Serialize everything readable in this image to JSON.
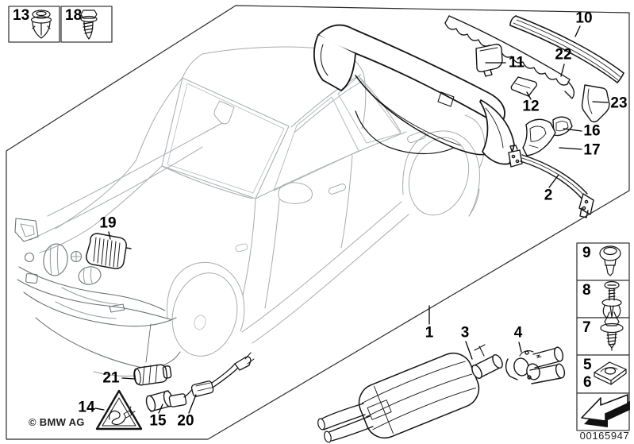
{
  "diagram": {
    "copyright": "© BMW AG",
    "image_number": "00165947"
  },
  "top_fastener_boxes": [
    {
      "number": "13",
      "icon": "expanding-rivet-icon"
    },
    {
      "number": "18",
      "icon": "sheet-metal-screw-icon"
    }
  ],
  "side_fastener_boxes": [
    {
      "number": "9",
      "icon": "sealing-plug-icon"
    },
    {
      "number": "8",
      "icon": "expanding-rivet-screw-icon"
    },
    {
      "number": "7",
      "icon": "screw-with-washer-icon"
    },
    {
      "numbers": [
        "5",
        "6"
      ],
      "icon": "clip-nut-icon"
    },
    {
      "icon": "direction-of-travel-arrow-icon"
    }
  ],
  "callouts": {
    "c1": "1",
    "c2": "2",
    "c3": "3",
    "c4": "4",
    "c10": "10",
    "c11": "11",
    "c12": "12",
    "c14": "14",
    "c15": "15",
    "c16": "16",
    "c17": "17",
    "c19": "19",
    "c20": "20",
    "c21": "21",
    "c22": "22",
    "c23": "23"
  }
}
